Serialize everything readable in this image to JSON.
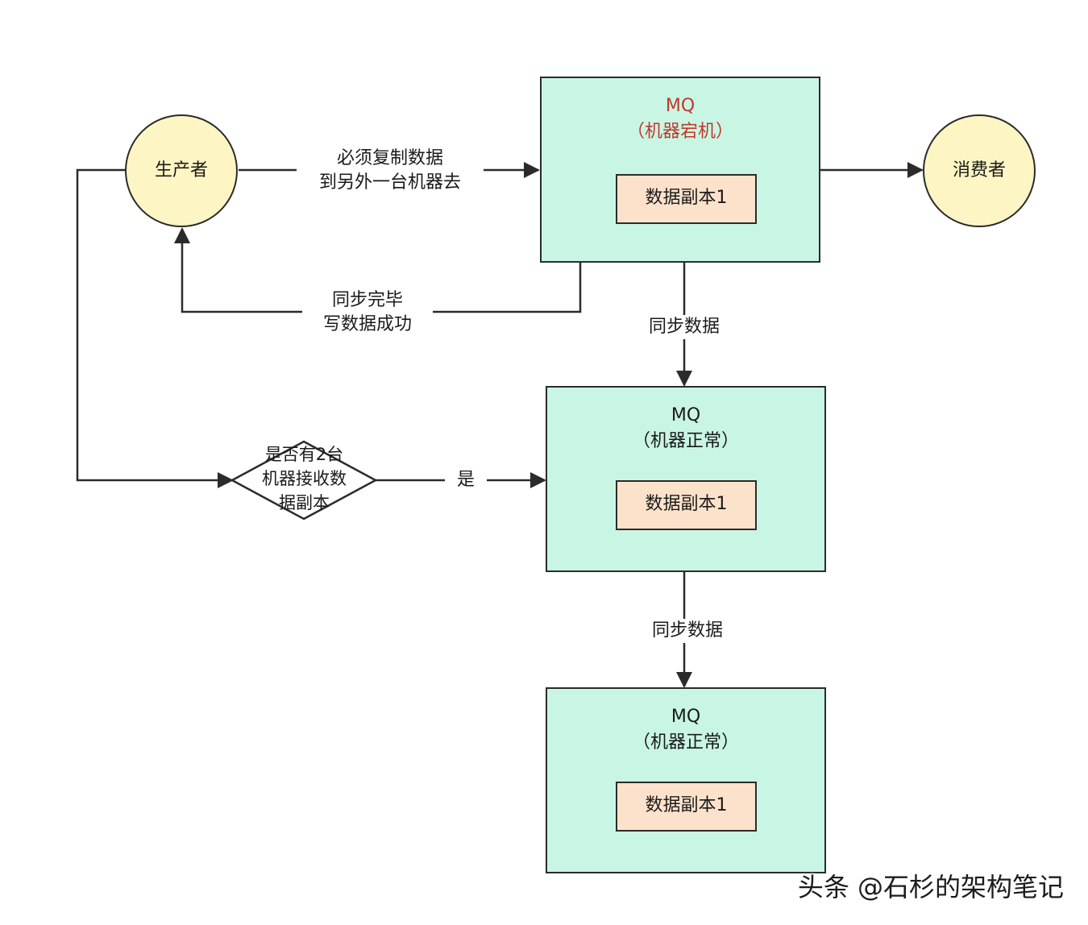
{
  "producer": {
    "label": "生产者"
  },
  "consumer": {
    "label": "消费者"
  },
  "mq_primary": {
    "title": "MQ",
    "status": "（机器宕机）",
    "replica": "数据副本1",
    "status_color": "#c0392b"
  },
  "mq_secondary": {
    "title": "MQ",
    "status": "（机器正常）",
    "replica": "数据副本1"
  },
  "mq_tertiary": {
    "title": "MQ",
    "status": "（机器正常）",
    "replica": "数据副本1"
  },
  "edges": {
    "copy_label_line1": "必须复制数据",
    "copy_label_line2": "到另外一台机器去",
    "ack_label_line1": "同步完毕",
    "ack_label_line2": "写数据成功",
    "sync_label_1": "同步数据",
    "sync_label_2": "同步数据",
    "yes_label": "是"
  },
  "decision": {
    "line1": "是否有2台",
    "line2": "机器接收数",
    "line3": "据副本"
  },
  "watermark": "头条 @石杉的架构笔记",
  "colors": {
    "mq_fill": "#c9f6e4",
    "replica_fill": "#fde2cb",
    "node_fill": "#fdf6c4",
    "stroke": "#2b2b2b"
  }
}
